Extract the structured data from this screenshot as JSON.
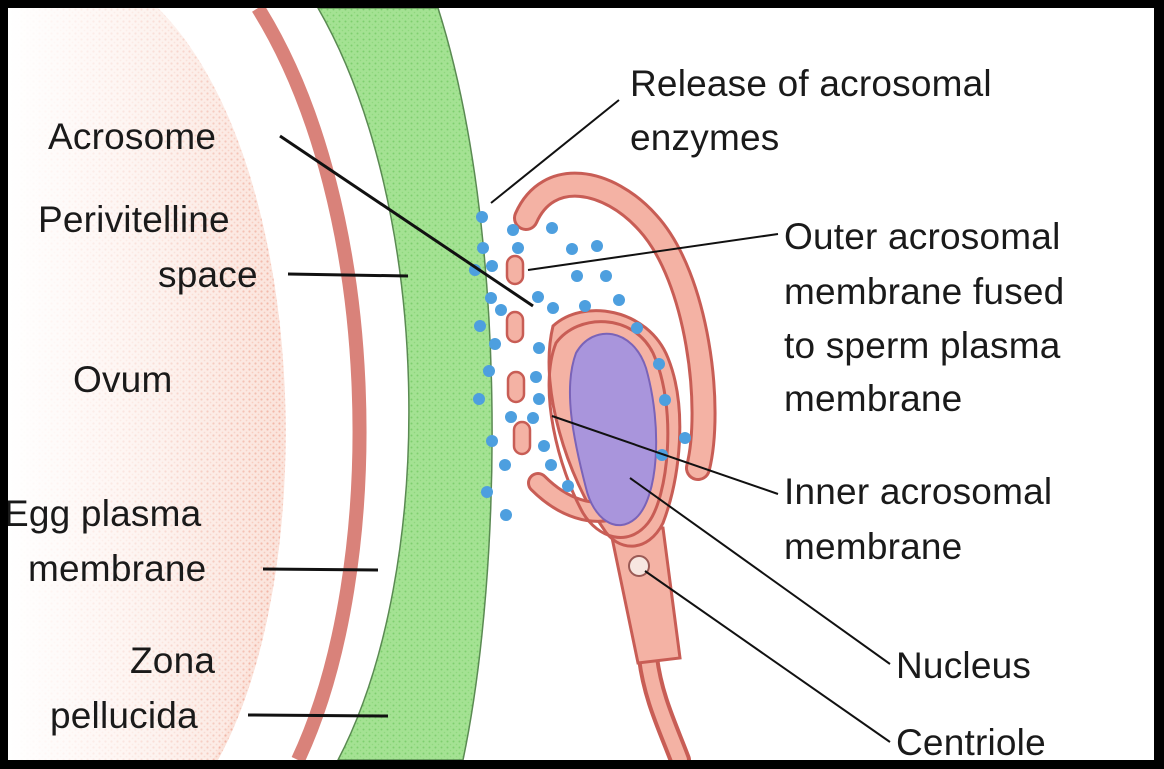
{
  "labels": {
    "release": [
      "Release of acrosomal",
      "enzymes"
    ],
    "acrosome": "Acrosome",
    "perivitelline": [
      "Perivitelline",
      "space"
    ],
    "outer": [
      "Outer acrosomal",
      "membrane fused",
      "to sperm plasma",
      "membrane"
    ],
    "ovum": "Ovum",
    "inner": [
      "Inner acrosomal",
      "membrane"
    ],
    "egg_membrane": [
      "Egg plasma",
      "membrane"
    ],
    "nucleus": "Nucleus",
    "zona": [
      "Zona",
      "pellucida"
    ],
    "centriole": "Centriole"
  },
  "colors": {
    "zona": "#9ee08c",
    "ovum_membrane": "#d9827a",
    "ovum_fill": "#f6cbbd",
    "sperm_fill": "#f4b2a4",
    "sperm_outline": "#c85d55",
    "nucleus_fill": "#a995dc",
    "enzyme_dots": "#4d9fdf",
    "frame": "#000000"
  }
}
